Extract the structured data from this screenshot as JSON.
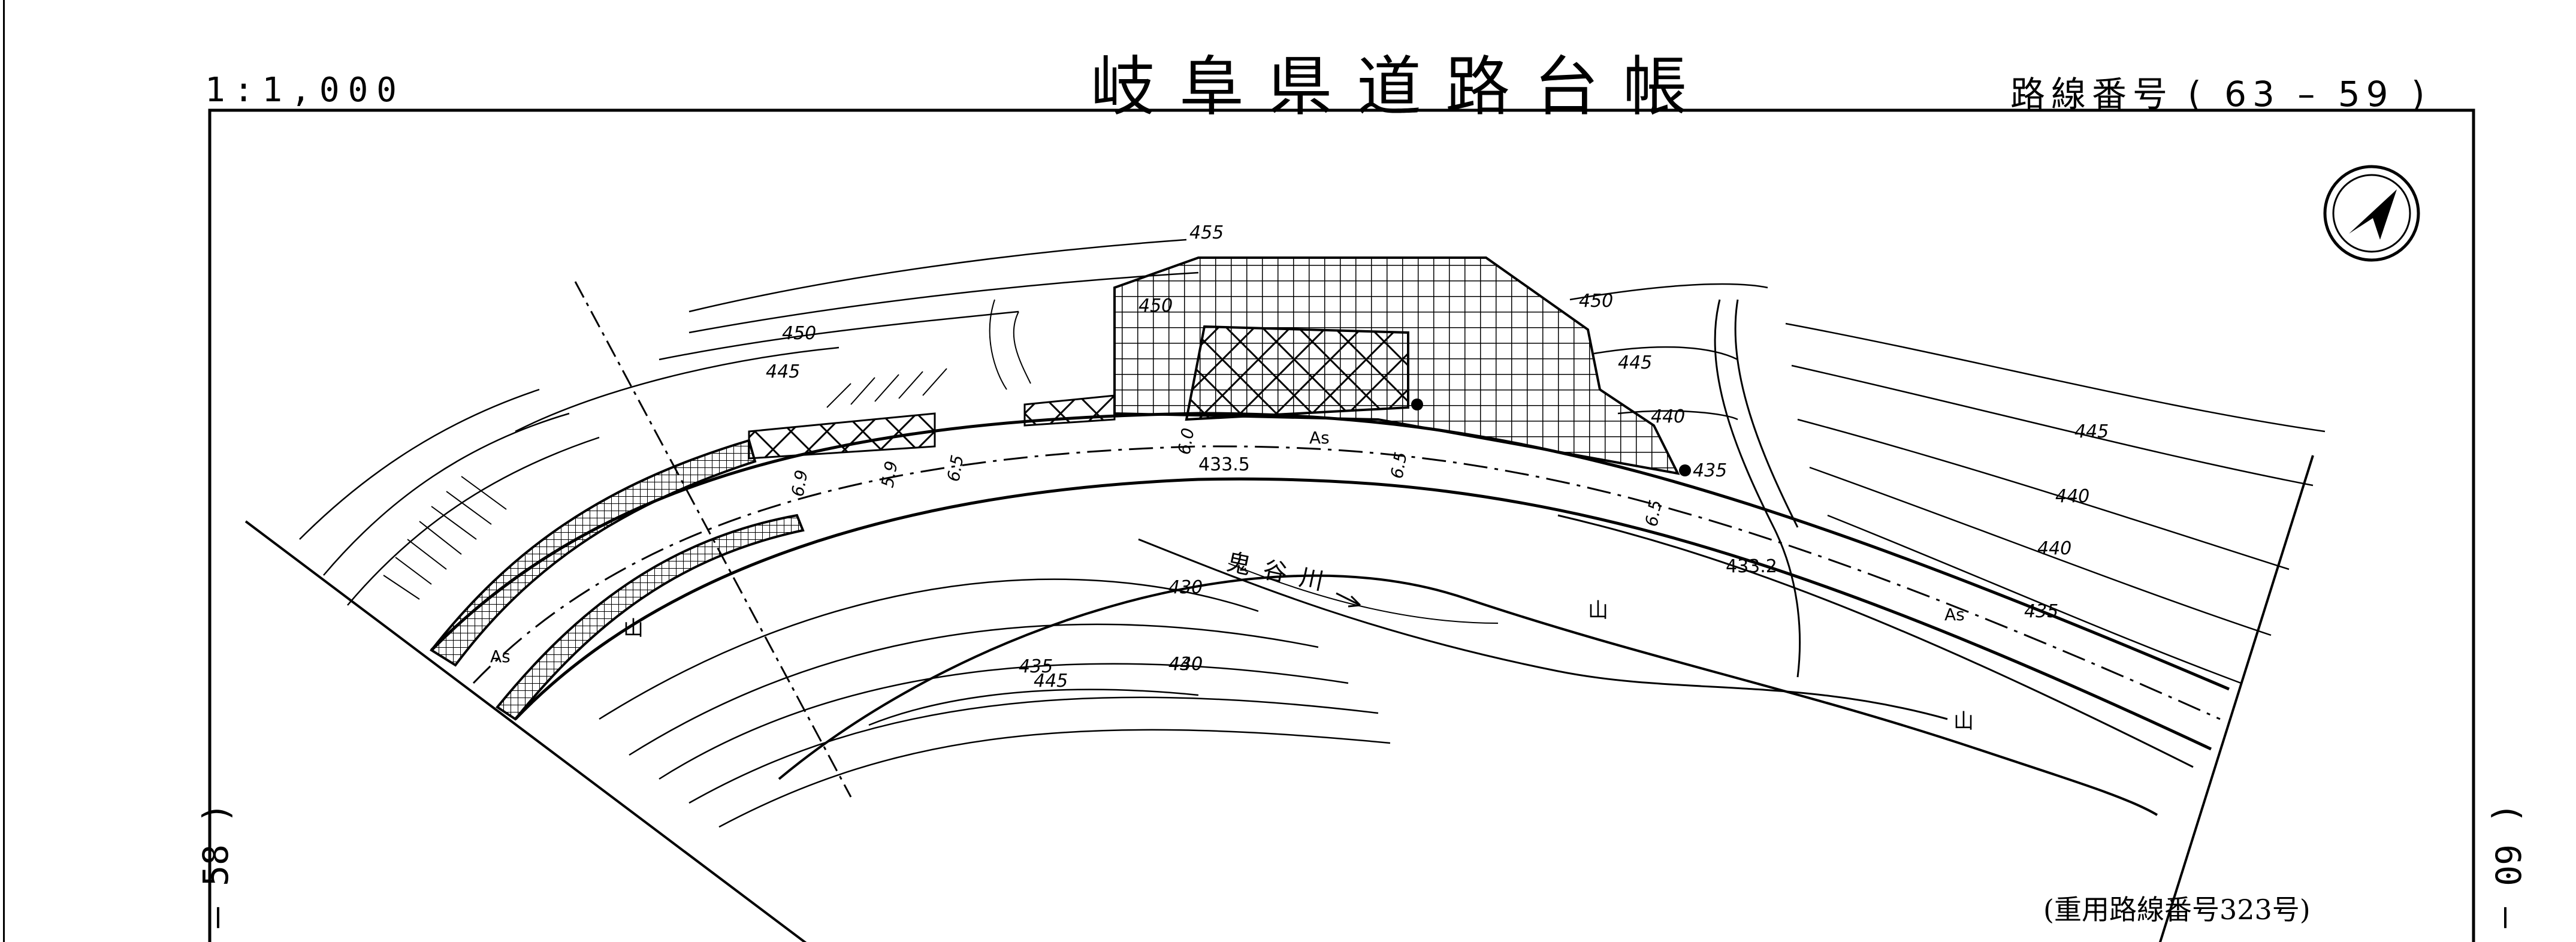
{
  "header": {
    "scale": "1:1,000",
    "title": "岐阜県道路台帳",
    "route_label": "路線番号",
    "route_number": "( 63 – 59 )"
  },
  "sheet_index": {
    "left": "– 58 )",
    "right": "( 60 –"
  },
  "footer_note": "(重用路線番号323号)",
  "map": {
    "north_arrow_icon": "north-arrow-icon",
    "river_name": "鬼谷川",
    "contours": [
      "455",
      "450",
      "450",
      "450",
      "445",
      "445",
      "445",
      "440",
      "440",
      "440",
      "435",
      "435",
      "435",
      "430",
      "430",
      "445",
      "440"
    ],
    "elevation_points": [
      "433.5",
      "433.2"
    ],
    "road_widths": [
      "6.9",
      "6.5",
      "5.9",
      "6.0",
      "6.5",
      "6.5"
    ],
    "surface_labels": [
      "As",
      "As",
      "As"
    ],
    "mountain_symbols": [
      "山",
      "山",
      "山"
    ]
  }
}
